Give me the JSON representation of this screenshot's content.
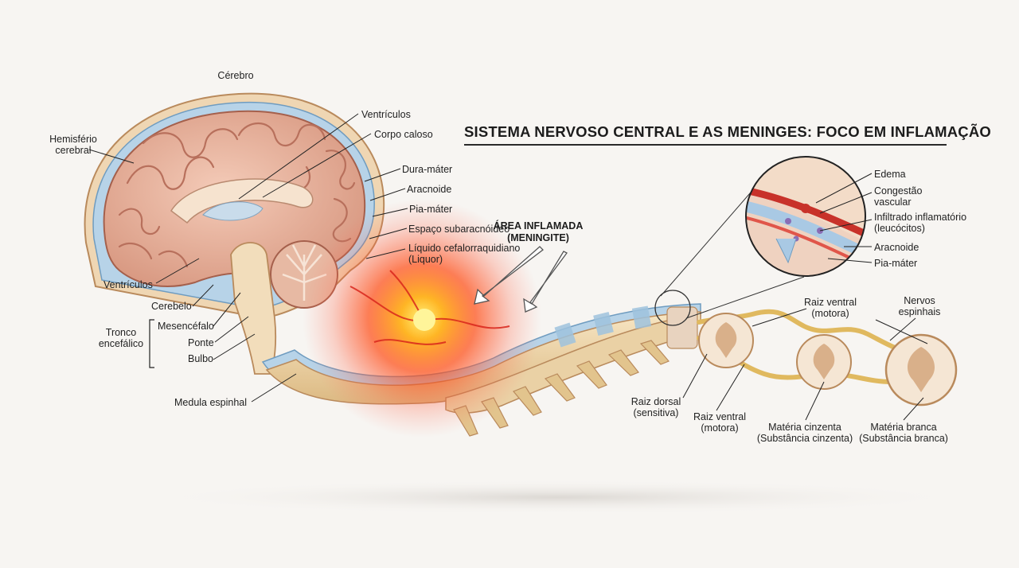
{
  "title": "SISTEMA NERVOSO CENTRAL E AS MENINGES: FOCO EM INFLAMAÇÃO",
  "inflamed_area": {
    "line1": "ÁREA INFLAMADA",
    "line2": "(MENINGITE)"
  },
  "labels": {
    "cerebro": "Cérebro",
    "hemisferio_1": "Hemisfério",
    "hemisferio_2": "cerebral",
    "ventriculos_top": "Ventrículos",
    "corpo_caloso": "Corpo caloso",
    "dura_mater": "Dura-máter",
    "aracnoide": "Aracnoide",
    "pia_mater": "Pia-máter",
    "espaco": "Espaço subaracnóideo",
    "liquido_1": "Líquido cefalorraquidiano",
    "liquido_2": "(Liquor)",
    "ventriculos_bottom": "Ventrículos",
    "cerebelo": "Cerebelo",
    "tronco_1": "Tronco",
    "tronco_2": "encefálico",
    "mesencefalo": "Mesencéfalo",
    "ponte": "Ponte",
    "bulbo": "Bulbo",
    "medula": "Medula espinhal",
    "raiz_dorsal_1": "Raiz dorsal",
    "raiz_dorsal_2": "(sensitiva)",
    "raiz_ventral_bottom_1": "Raiz ventral",
    "raiz_ventral_bottom_2": "(motora)",
    "raiz_ventral_top_1": "Raiz ventral",
    "raiz_ventral_top_2": "(motora)",
    "nervos_1": "Nervos",
    "nervos_2": "espinhais",
    "materia_cinzenta_1": "Matéria cinzenta",
    "materia_cinzenta_2": "(Substância cinzenta)",
    "materia_branca_1": "Matéria branca",
    "materia_branca_2": "(Substância branca)"
  },
  "inset_labels": {
    "edema": "Edema",
    "congestao_1": "Congestão",
    "congestao_2": "vascular",
    "infiltrado_1": "Infiltrado inflamatório",
    "infiltrado_2": "(leucócitos)",
    "aracnoide": "Aracnoide",
    "pia_mater": "Pia-máter"
  },
  "colors": {
    "brain": "#e9b3a0",
    "brain_gyri": "#b8705c",
    "dura": "#e8c9a0",
    "csf": "#a8c8e0",
    "cord": "#f0d7a8",
    "inflammation": "#ff5a1a",
    "inflammation_core": "#ffe14a",
    "nerve": "#e3c06f"
  }
}
